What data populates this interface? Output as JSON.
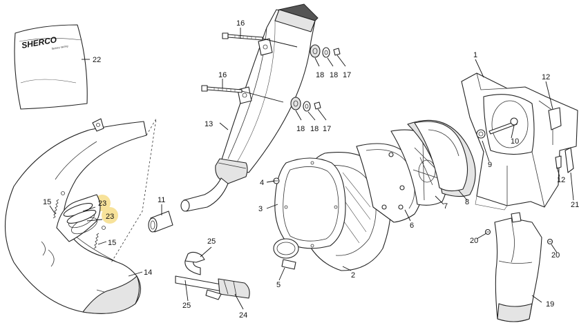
{
  "diagram": {
    "highlight_color": "#f7e29a",
    "brand_label": "SHERCO",
    "brand_sublabel": "factory racing",
    "callouts": {
      "c1": "1",
      "c2": "2",
      "c3": "3",
      "c4": "4",
      "c5": "5",
      "c6": "6",
      "c7": "7",
      "c8": "8",
      "c9": "9",
      "c10": "10",
      "c11": "11",
      "c12a": "12",
      "c12b": "12",
      "c13": "13",
      "c14": "14",
      "c15a": "15",
      "c15b": "15",
      "c16a": "16",
      "c16b": "16",
      "c17a": "17",
      "c17b": "17",
      "c18a": "18",
      "c18b": "18",
      "c18c": "18",
      "c18d": "18",
      "c19": "19",
      "c20a": "20",
      "c20b": "20",
      "c21": "21",
      "c22": "22",
      "c23a": "23",
      "c23b": "23",
      "c24": "24",
      "c25a": "25",
      "c25b": "25"
    }
  }
}
